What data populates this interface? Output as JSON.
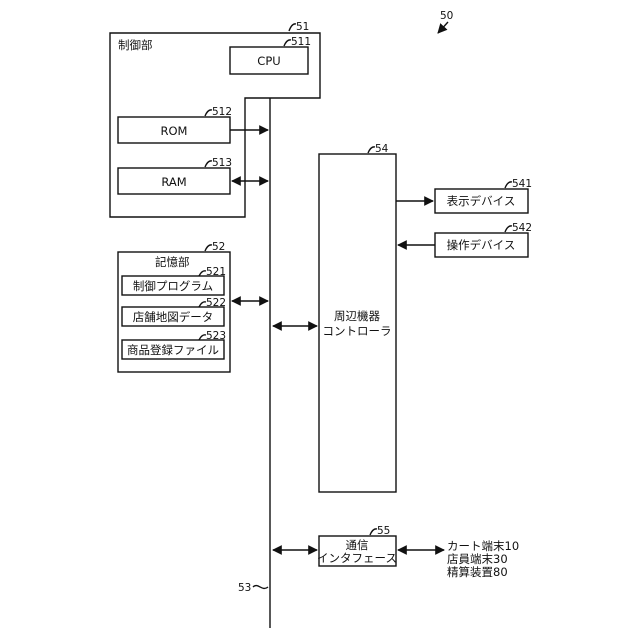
{
  "figure_ref": "50",
  "bus_ref": "53",
  "control_unit": {
    "ref": "51",
    "title": "制御部",
    "cpu": {
      "ref": "511",
      "label": "CPU"
    },
    "rom": {
      "ref": "512",
      "label": "ROM"
    },
    "ram": {
      "ref": "513",
      "label": "RAM"
    }
  },
  "storage_unit": {
    "ref": "52",
    "title": "記憶部",
    "items": [
      {
        "ref": "521",
        "label": "制御プログラム"
      },
      {
        "ref": "522",
        "label": "店舗地図データ"
      },
      {
        "ref": "523",
        "label": "商品登録ファイル"
      }
    ]
  },
  "peripheral_controller": {
    "ref": "54",
    "line1": "周辺機器",
    "line2": "コントローラ"
  },
  "display_device": {
    "ref": "541",
    "label": "表示デバイス"
  },
  "operation_device": {
    "ref": "542",
    "label": "操作デバイス"
  },
  "comm_interface": {
    "ref": "55",
    "line1": "通信",
    "line2": "インタフェース"
  },
  "external_devices": [
    "カート端末10",
    "店員端末30",
    "精算装置80"
  ],
  "colors": {
    "stroke": "#111111",
    "background": "#ffffff"
  }
}
